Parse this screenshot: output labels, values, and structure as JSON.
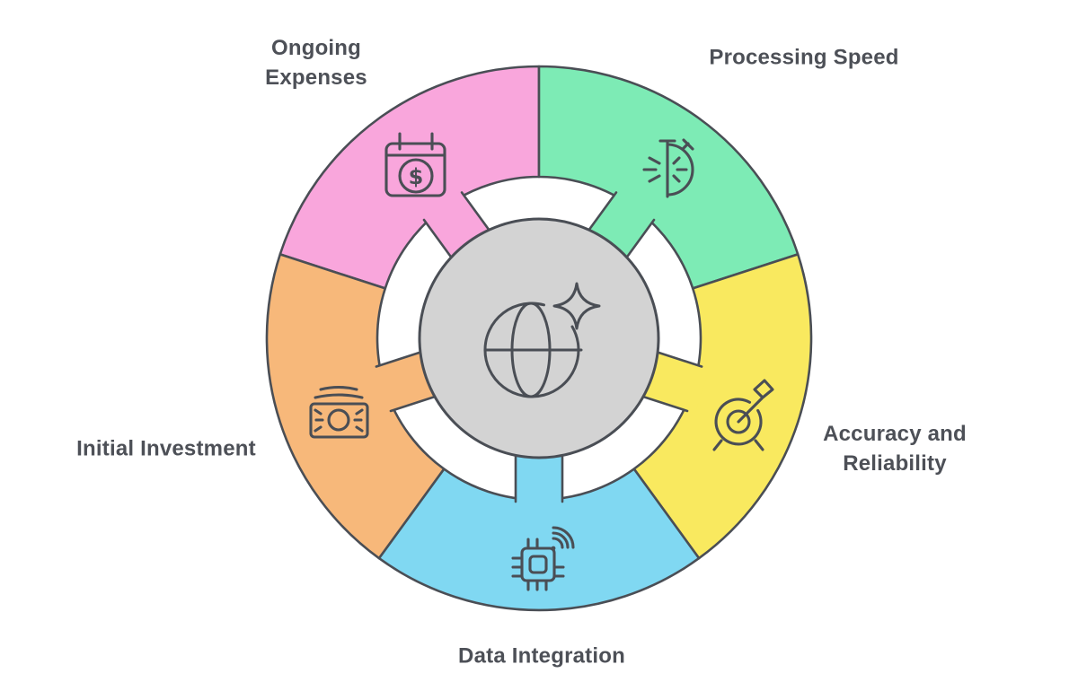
{
  "diagram": {
    "outline_color": "#4A4E55",
    "text_color": "#4D5057",
    "background": "#FFFFFF",
    "center": {
      "icon": "globe-sparkle",
      "fill": "#D3D3D3"
    },
    "segments": [
      {
        "id": "ongoing-expenses",
        "label": "Ongoing\nExpenses",
        "color": "#F9A6DC",
        "icon": "calendar-dollar",
        "symbol": "$"
      },
      {
        "id": "processing-speed",
        "label": "Processing Speed",
        "color": "#7DEBB5",
        "icon": "stopwatch"
      },
      {
        "id": "accuracy-reliability",
        "label": "Accuracy and\nReliability",
        "color": "#F9E95F",
        "icon": "target-arrow"
      },
      {
        "id": "data-integration",
        "label": "Data Integration",
        "color": "#80D8F2",
        "icon": "chip-wifi"
      },
      {
        "id": "initial-investment",
        "label": "Initial Investment",
        "color": "#F7B87A",
        "icon": "money-banknote"
      }
    ]
  }
}
